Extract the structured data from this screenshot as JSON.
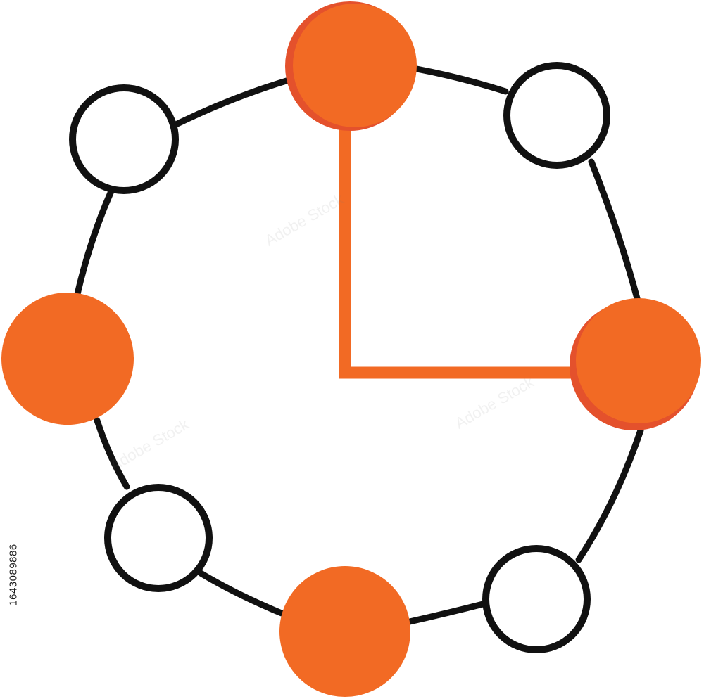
{
  "image_id_text": "1643089886",
  "watermark_text": "Adobe Stock",
  "colors": {
    "accent": "#f26a24",
    "accent_rim": "#e4512c",
    "outline": "#111111",
    "background": "#ffffff"
  },
  "icon": "clock-network-icon",
  "clock_hands": {
    "hour_hand": "12 o'clock",
    "minute_hand": "3 o'clock"
  }
}
